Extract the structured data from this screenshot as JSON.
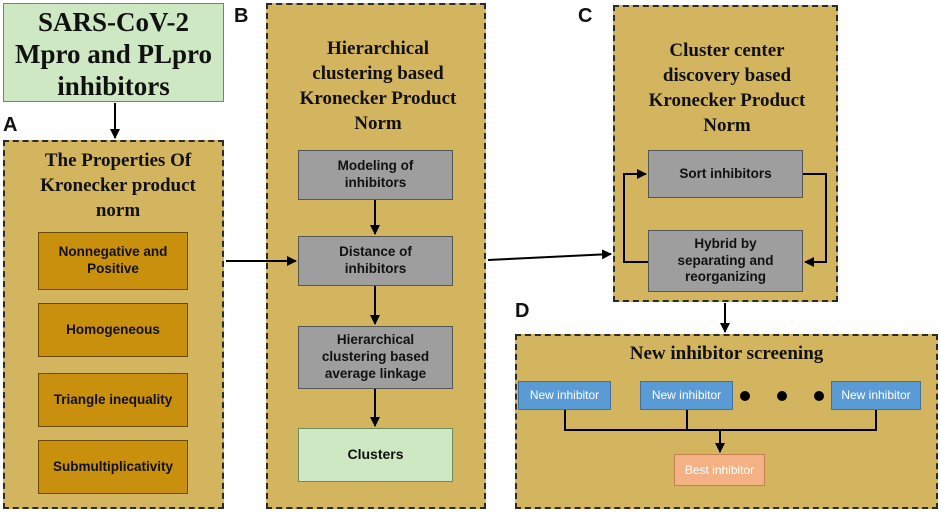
{
  "title_box": {
    "lines": [
      "SARS-CoV-2",
      "Mpro and PLpro",
      "inhibitors"
    ]
  },
  "panel_a": {
    "letter": "A",
    "title_lines": [
      "The Properties Of",
      "Kronecker product",
      "norm"
    ],
    "items": [
      "Nonnegative and Positive",
      "Homogeneous",
      "Triangle inequality",
      "Submultiplicativity"
    ]
  },
  "panel_b": {
    "letter": "B",
    "title_lines": [
      "Hierarchical",
      "clustering based",
      "Kronecker Product",
      "Norm"
    ],
    "steps": [
      "Modeling of inhibitors",
      "Distance of inhibitors",
      "Hierarchical clustering based average linkage"
    ],
    "result": "Clusters"
  },
  "panel_c": {
    "letter": "C",
    "title_lines": [
      "Cluster center",
      "discovery based",
      "Kronecker Product",
      "Norm"
    ],
    "steps": [
      "Sort inhibitors",
      "Hybrid by separating and reorganizing"
    ]
  },
  "panel_d": {
    "letter": "D",
    "title": "New inhibitor screening",
    "candidates": [
      "New inhibitor",
      "New inhibitor",
      "New inhibitor"
    ],
    "best": "Best inhibitor"
  },
  "colors": {
    "panel_fill": "#d3b560",
    "property_fill": "#c8900d",
    "step_fill": "#9e9e9e",
    "green_fill": "#cfe8c4",
    "blue_fill": "#5b9bd5",
    "orange_fill": "#f4b183"
  }
}
